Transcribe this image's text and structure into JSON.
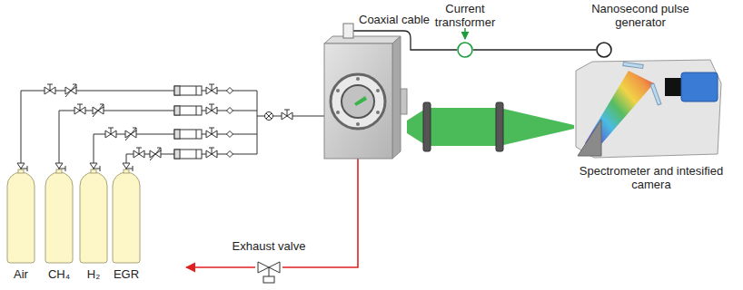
{
  "diagram": {
    "nodes": [
      {
        "text": [
          "Air"
        ]
      },
      {
        "text": [
          "CH₄"
        ]
      },
      {
        "text": [
          "H₂"
        ]
      },
      {
        "text": [
          "EGR"
        ]
      },
      {
        "text": [
          "Current transformer"
        ]
      },
      {
        "text": [
          "Nanosecond pulse generator"
        ]
      },
      {
        "text": [
          "Spectrometer and intesified camera"
        ]
      },
      {
        "text": [
          "Exhaust valve"
        ]
      }
    ],
    "edges": [
      {
        "from": 4,
        "to": 5,
        "arrow": "none"
      }
    ],
    "labels": [
      "Coaxial cable"
    ]
  }
}
